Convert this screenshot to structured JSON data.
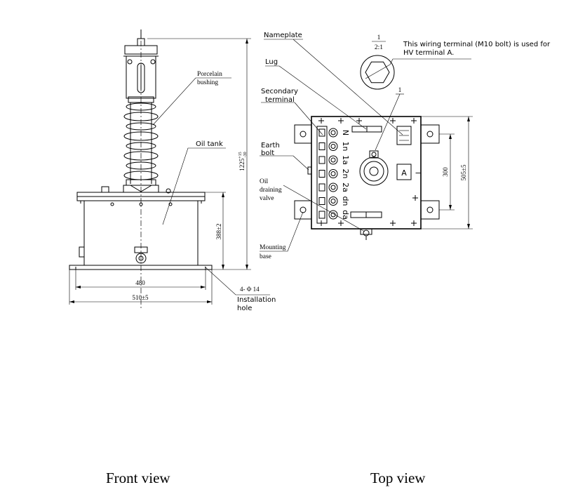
{
  "front_view": {
    "caption": "Front view",
    "labels": {
      "porcelain_line1": "Porcelain",
      "porcelain_line2": "bushing",
      "oil_tank": "Oil tank",
      "installation_hole_spec": "4- Φ 14",
      "installation_line1": "Installation",
      "installation_line2": "hole"
    },
    "dimensions": {
      "total_height": "1225",
      "total_height_upper_tol": "+15",
      "total_height_lower_tol": "-30",
      "tank_height": "388±2",
      "hole_spacing": "480",
      "base_width": "510±5"
    }
  },
  "top_view": {
    "caption": "Top view",
    "labels": {
      "nameplate": "Nameplate",
      "lug": "Lug",
      "secondary_line1": "Secondary",
      "secondary_line2": "terminal",
      "earth_line1": "Earth",
      "earth_line2": "bolt",
      "oil_line1": "Oil",
      "oil_line2": "draining",
      "oil_line3": "valve",
      "mounting_line1": "Mounting",
      "mounting_line2": "base",
      "detail_marker": "1",
      "hv_marker": "A",
      "minus_sign": "−"
    },
    "terminals": [
      "N",
      "1n",
      "1a",
      "2n",
      "2a",
      "dn",
      "da"
    ],
    "dimensions": {
      "inner_spacing": "300",
      "outer_spacing": "505±5"
    }
  },
  "detail": {
    "label_number": "1",
    "scale": "2:1",
    "note_line1": "This wiring terminal (M10 bolt) is used for",
    "note_line2": "HV terminal A."
  }
}
